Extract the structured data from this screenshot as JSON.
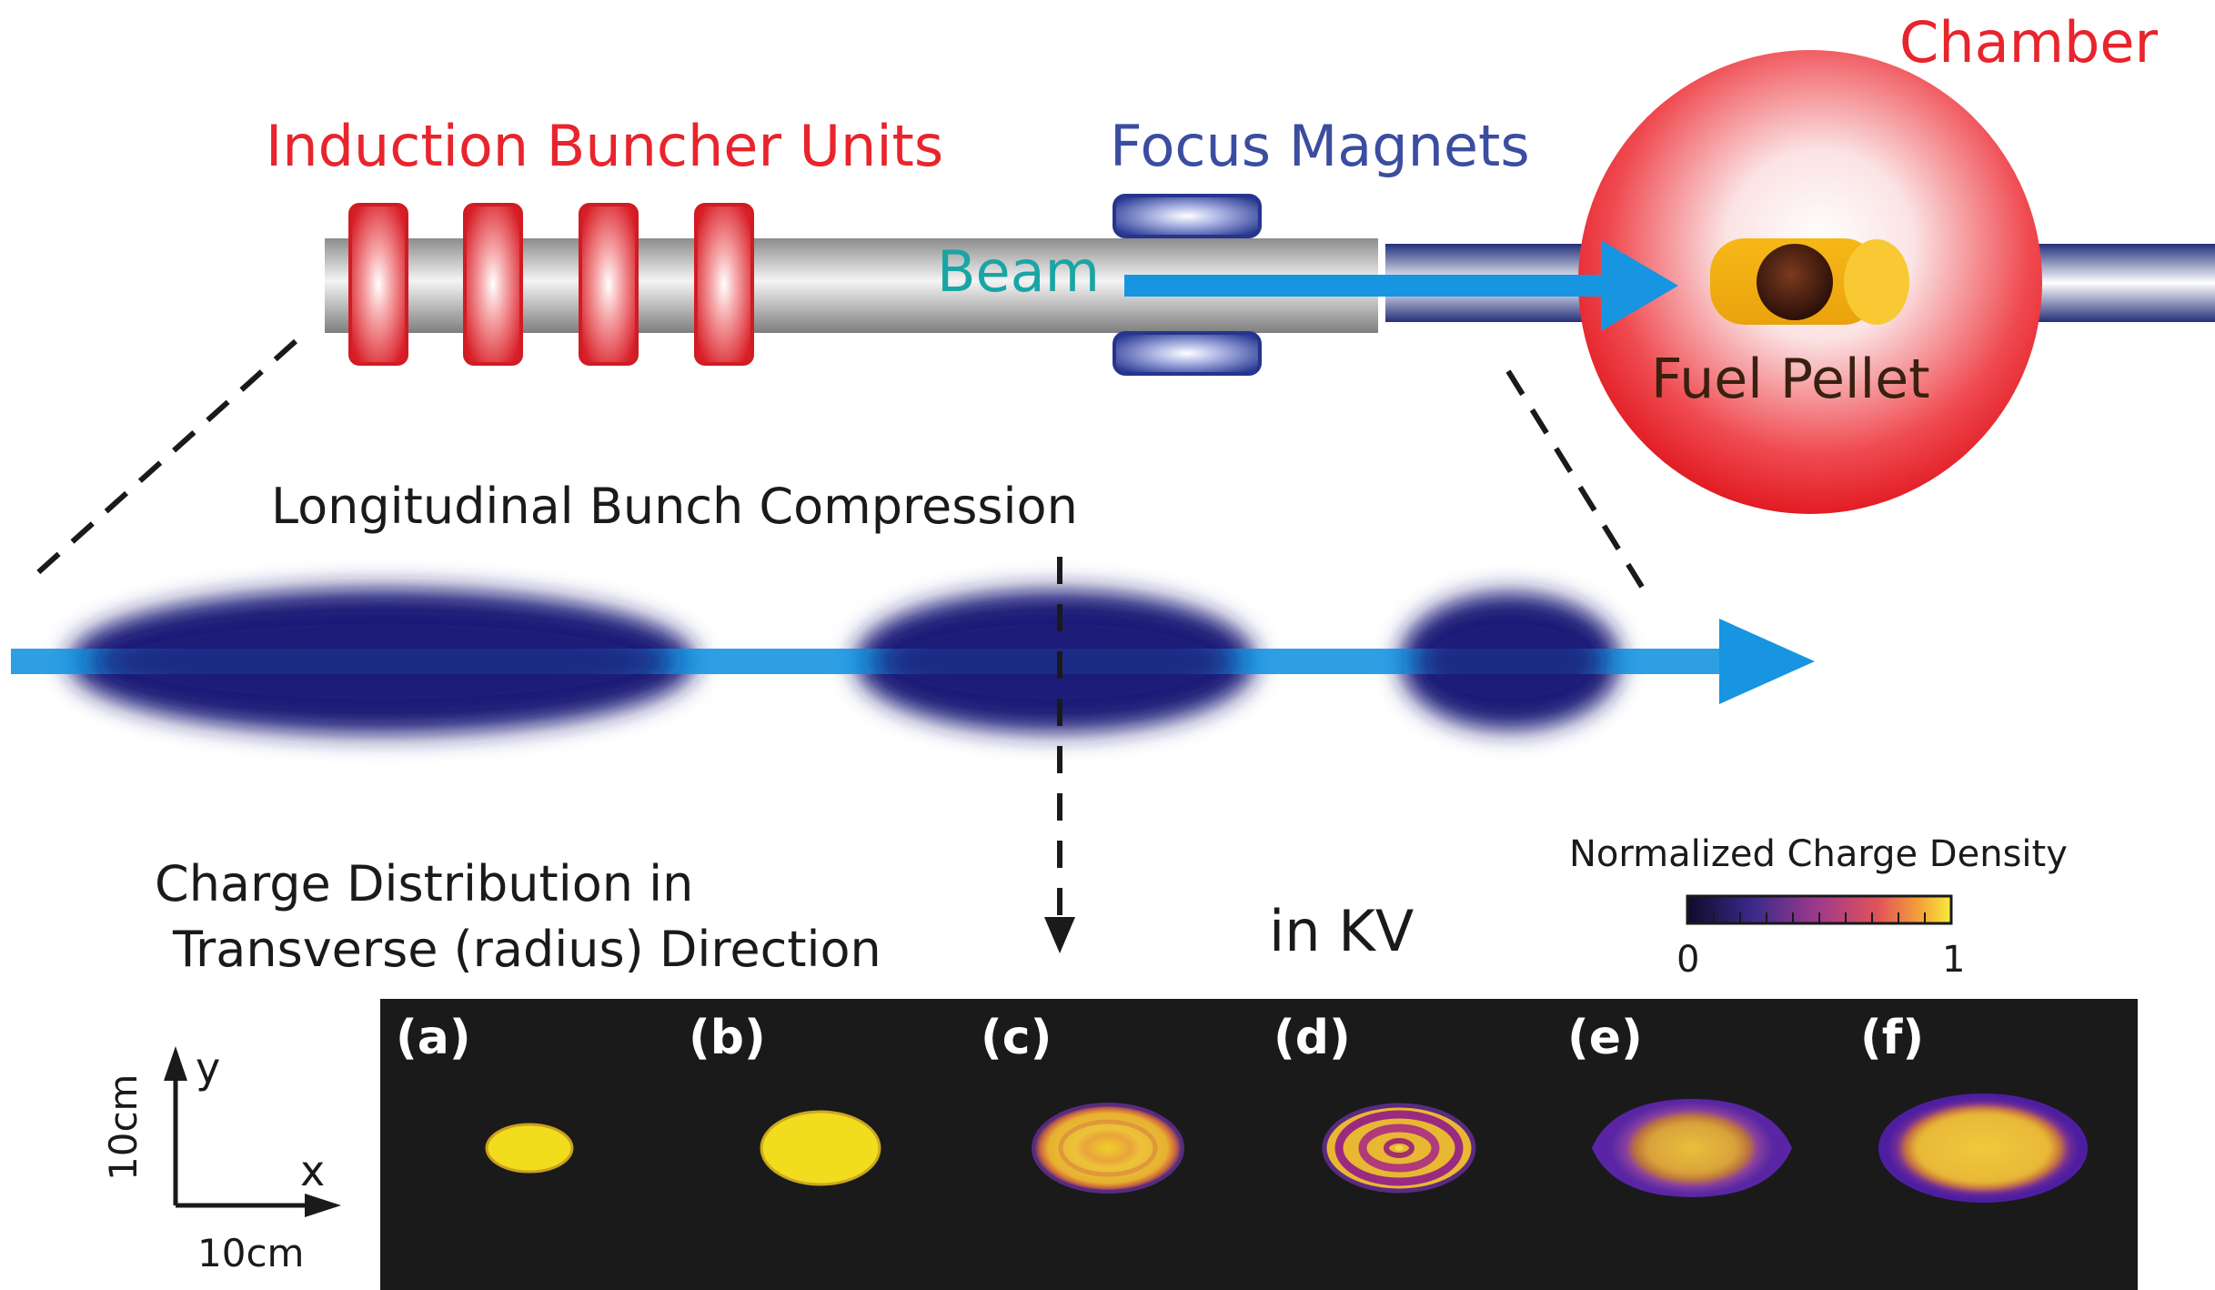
{
  "labels": {
    "chamber": "Chamber",
    "induction": "Induction Buncher Units",
    "focus": "Focus Magnets",
    "beam": "Beam",
    "fuel_pellet": "Fuel Pellet",
    "compression": "Longitudinal Bunch Compression",
    "charge_line1": "Charge Distribution in",
    "charge_line2": "Transverse (radius) Direction",
    "in_kv": "in KV",
    "colorbar_title": "Normalized Charge Density",
    "colorbar_min": "0",
    "colorbar_max": "1",
    "axis_y": "y",
    "axis_x": "x",
    "scale_vertical": "10cm",
    "scale_horizontal": "10cm"
  },
  "panels": [
    {
      "tag": "(a)"
    },
    {
      "tag": "(b)"
    },
    {
      "tag": "(c)"
    },
    {
      "tag": "(d)"
    },
    {
      "tag": "(e)"
    },
    {
      "tag": "(f)"
    }
  ],
  "colors": {
    "induction_red": "#e8242c",
    "focus_blue": "#3a4da0",
    "beam_blue": "#1795e0",
    "beam_text": "#1aa5a5",
    "chamber_red": "#e8242c",
    "bunch_navy": "#1e1e78",
    "panel_bg": "#1a1a1a",
    "kv_yellow": "#f2dc1e"
  }
}
